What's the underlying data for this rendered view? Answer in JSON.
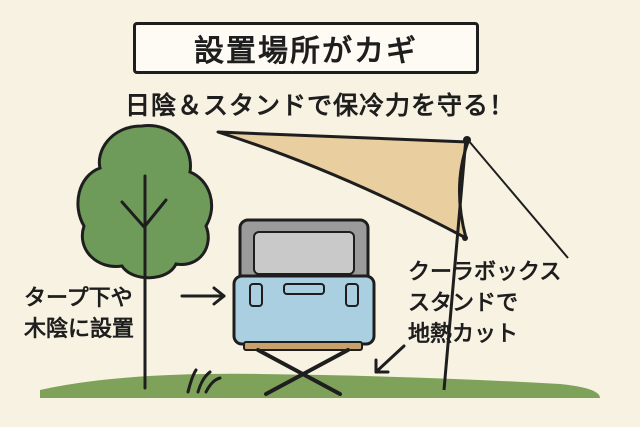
{
  "title": "設置場所がカギ",
  "subtitle": "日陰＆スタンドで保冷力を守る！",
  "label_left": {
    "line1": "タープ下や",
    "line2": "木陰に設置"
  },
  "label_right": {
    "line1": "クーラボックス",
    "line2": "スタンドで",
    "line3": "地熱カット"
  },
  "colors": {
    "background": "#f7f2e1",
    "tree": "#6e9a5a",
    "ground": "#7fa25a",
    "tarp": "#e9cfa0",
    "cooler": "#a9cfe0",
    "cooler_lid": "#9b9b9b",
    "outline": "#1e1e1e"
  }
}
